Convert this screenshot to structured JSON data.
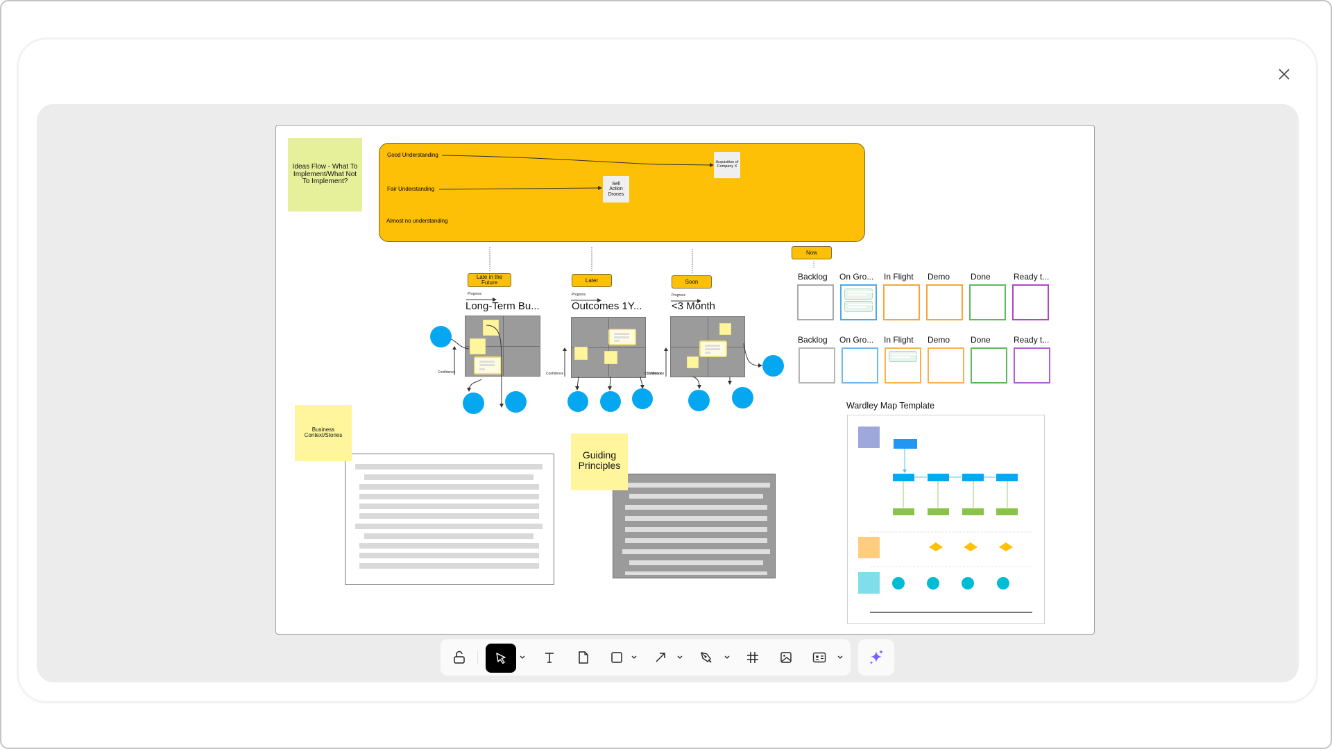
{
  "window": {
    "close_icon": "close-icon"
  },
  "board": {
    "ideas_sticky": "Ideas Flow - What To Implement/What Not To Implement?",
    "understanding_panel": {
      "rows": [
        "Good Understanding",
        "Fair Understanding",
        "Almost no understanding"
      ],
      "items": [
        {
          "label": "Acquisition of Company X",
          "row": "Good Understanding"
        },
        {
          "label": "Sell Action Drones",
          "row": "Fair Understanding"
        }
      ]
    },
    "horizons": [
      {
        "tag": "Late in the Future",
        "title": "Long-Term Bu...",
        "progress_label": "Progress",
        "confidence_label": "Confidence"
      },
      {
        "tag": "Later",
        "title": "Outcomes 1Y...",
        "progress_label": "Progress",
        "confidence_label": "Confidence"
      },
      {
        "tag": "Soon",
        "title": "<3 Month",
        "progress_label": "Progress",
        "confidence_label": "Confidence"
      }
    ],
    "now_tag": "Now",
    "kanban_rows": [
      {
        "columns": [
          {
            "label": "Backlog",
            "color": "#a9a9a9",
            "cards": 0
          },
          {
            "label": "On Gro...",
            "color": "#4aa8f0",
            "cards": 2
          },
          {
            "label": "In Flight",
            "color": "#f7a535",
            "cards": 0
          },
          {
            "label": "Demo",
            "color": "#f7a535",
            "cards": 0
          },
          {
            "label": "Done",
            "color": "#5cb85c",
            "cards": 0
          },
          {
            "label": "Ready t...",
            "color": "#b044c8",
            "cards": 0
          }
        ]
      },
      {
        "columns": [
          {
            "label": "Backlog",
            "color": "#b5b5b5",
            "cards": 0
          },
          {
            "label": "On Gro...",
            "color": "#6fb8f2",
            "cards": 0
          },
          {
            "label": "In Flight",
            "color": "#f7b24e",
            "cards": 1
          },
          {
            "label": "Demo",
            "color": "#f7b24e",
            "cards": 0
          },
          {
            "label": "Done",
            "color": "#5cb85c",
            "cards": 0
          },
          {
            "label": "Ready t...",
            "color": "#b55bd0",
            "cards": 0
          }
        ]
      }
    ],
    "business_sticky": "Business Context/Stories",
    "guiding_sticky": "Guiding Principles",
    "wardley": {
      "title": "Wardley Map Template"
    }
  },
  "toolbar": {
    "items": [
      {
        "name": "unlock",
        "label": "Unlock"
      },
      {
        "name": "select",
        "label": "Select",
        "active": true
      },
      {
        "name": "text",
        "label": "Text"
      },
      {
        "name": "document",
        "label": "Document"
      },
      {
        "name": "shape",
        "label": "Shape"
      },
      {
        "name": "arrow",
        "label": "Arrow"
      },
      {
        "name": "pen",
        "label": "Pen"
      },
      {
        "name": "frame",
        "label": "Frame"
      },
      {
        "name": "image",
        "label": "Image"
      },
      {
        "name": "card",
        "label": "Card"
      }
    ],
    "ai_button": "AI assistant"
  },
  "colors": {
    "accent_yellow": "#fdc006",
    "sticky_yellow": "#fff59d",
    "sticky_lime": "#e6ef9a",
    "node_blue": "#05a8f0",
    "ai_purple": "#7b61ff"
  }
}
